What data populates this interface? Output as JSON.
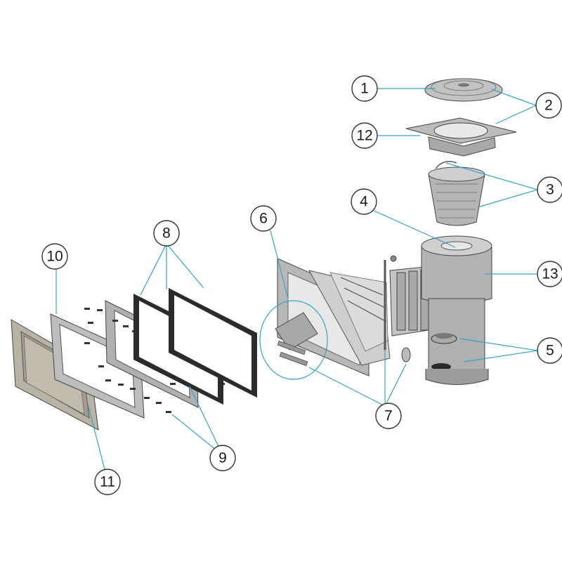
{
  "callouts": [
    {
      "id": "1",
      "text": "1"
    },
    {
      "id": "2",
      "text": "2"
    },
    {
      "id": "3",
      "text": "3"
    },
    {
      "id": "4",
      "text": "4"
    },
    {
      "id": "5",
      "text": "5"
    },
    {
      "id": "6",
      "text": "6"
    },
    {
      "id": "7",
      "text": "7"
    },
    {
      "id": "8",
      "text": "8"
    },
    {
      "id": "9",
      "text": "9"
    },
    {
      "id": "10",
      "text": "10"
    },
    {
      "id": "11",
      "text": "11"
    },
    {
      "id": "12",
      "text": "12"
    },
    {
      "id": "13",
      "text": "13"
    }
  ],
  "colors": {
    "leader": "#33a3c9",
    "part_fill": "#b5b5b5",
    "gasket": "#2b2b2b"
  }
}
